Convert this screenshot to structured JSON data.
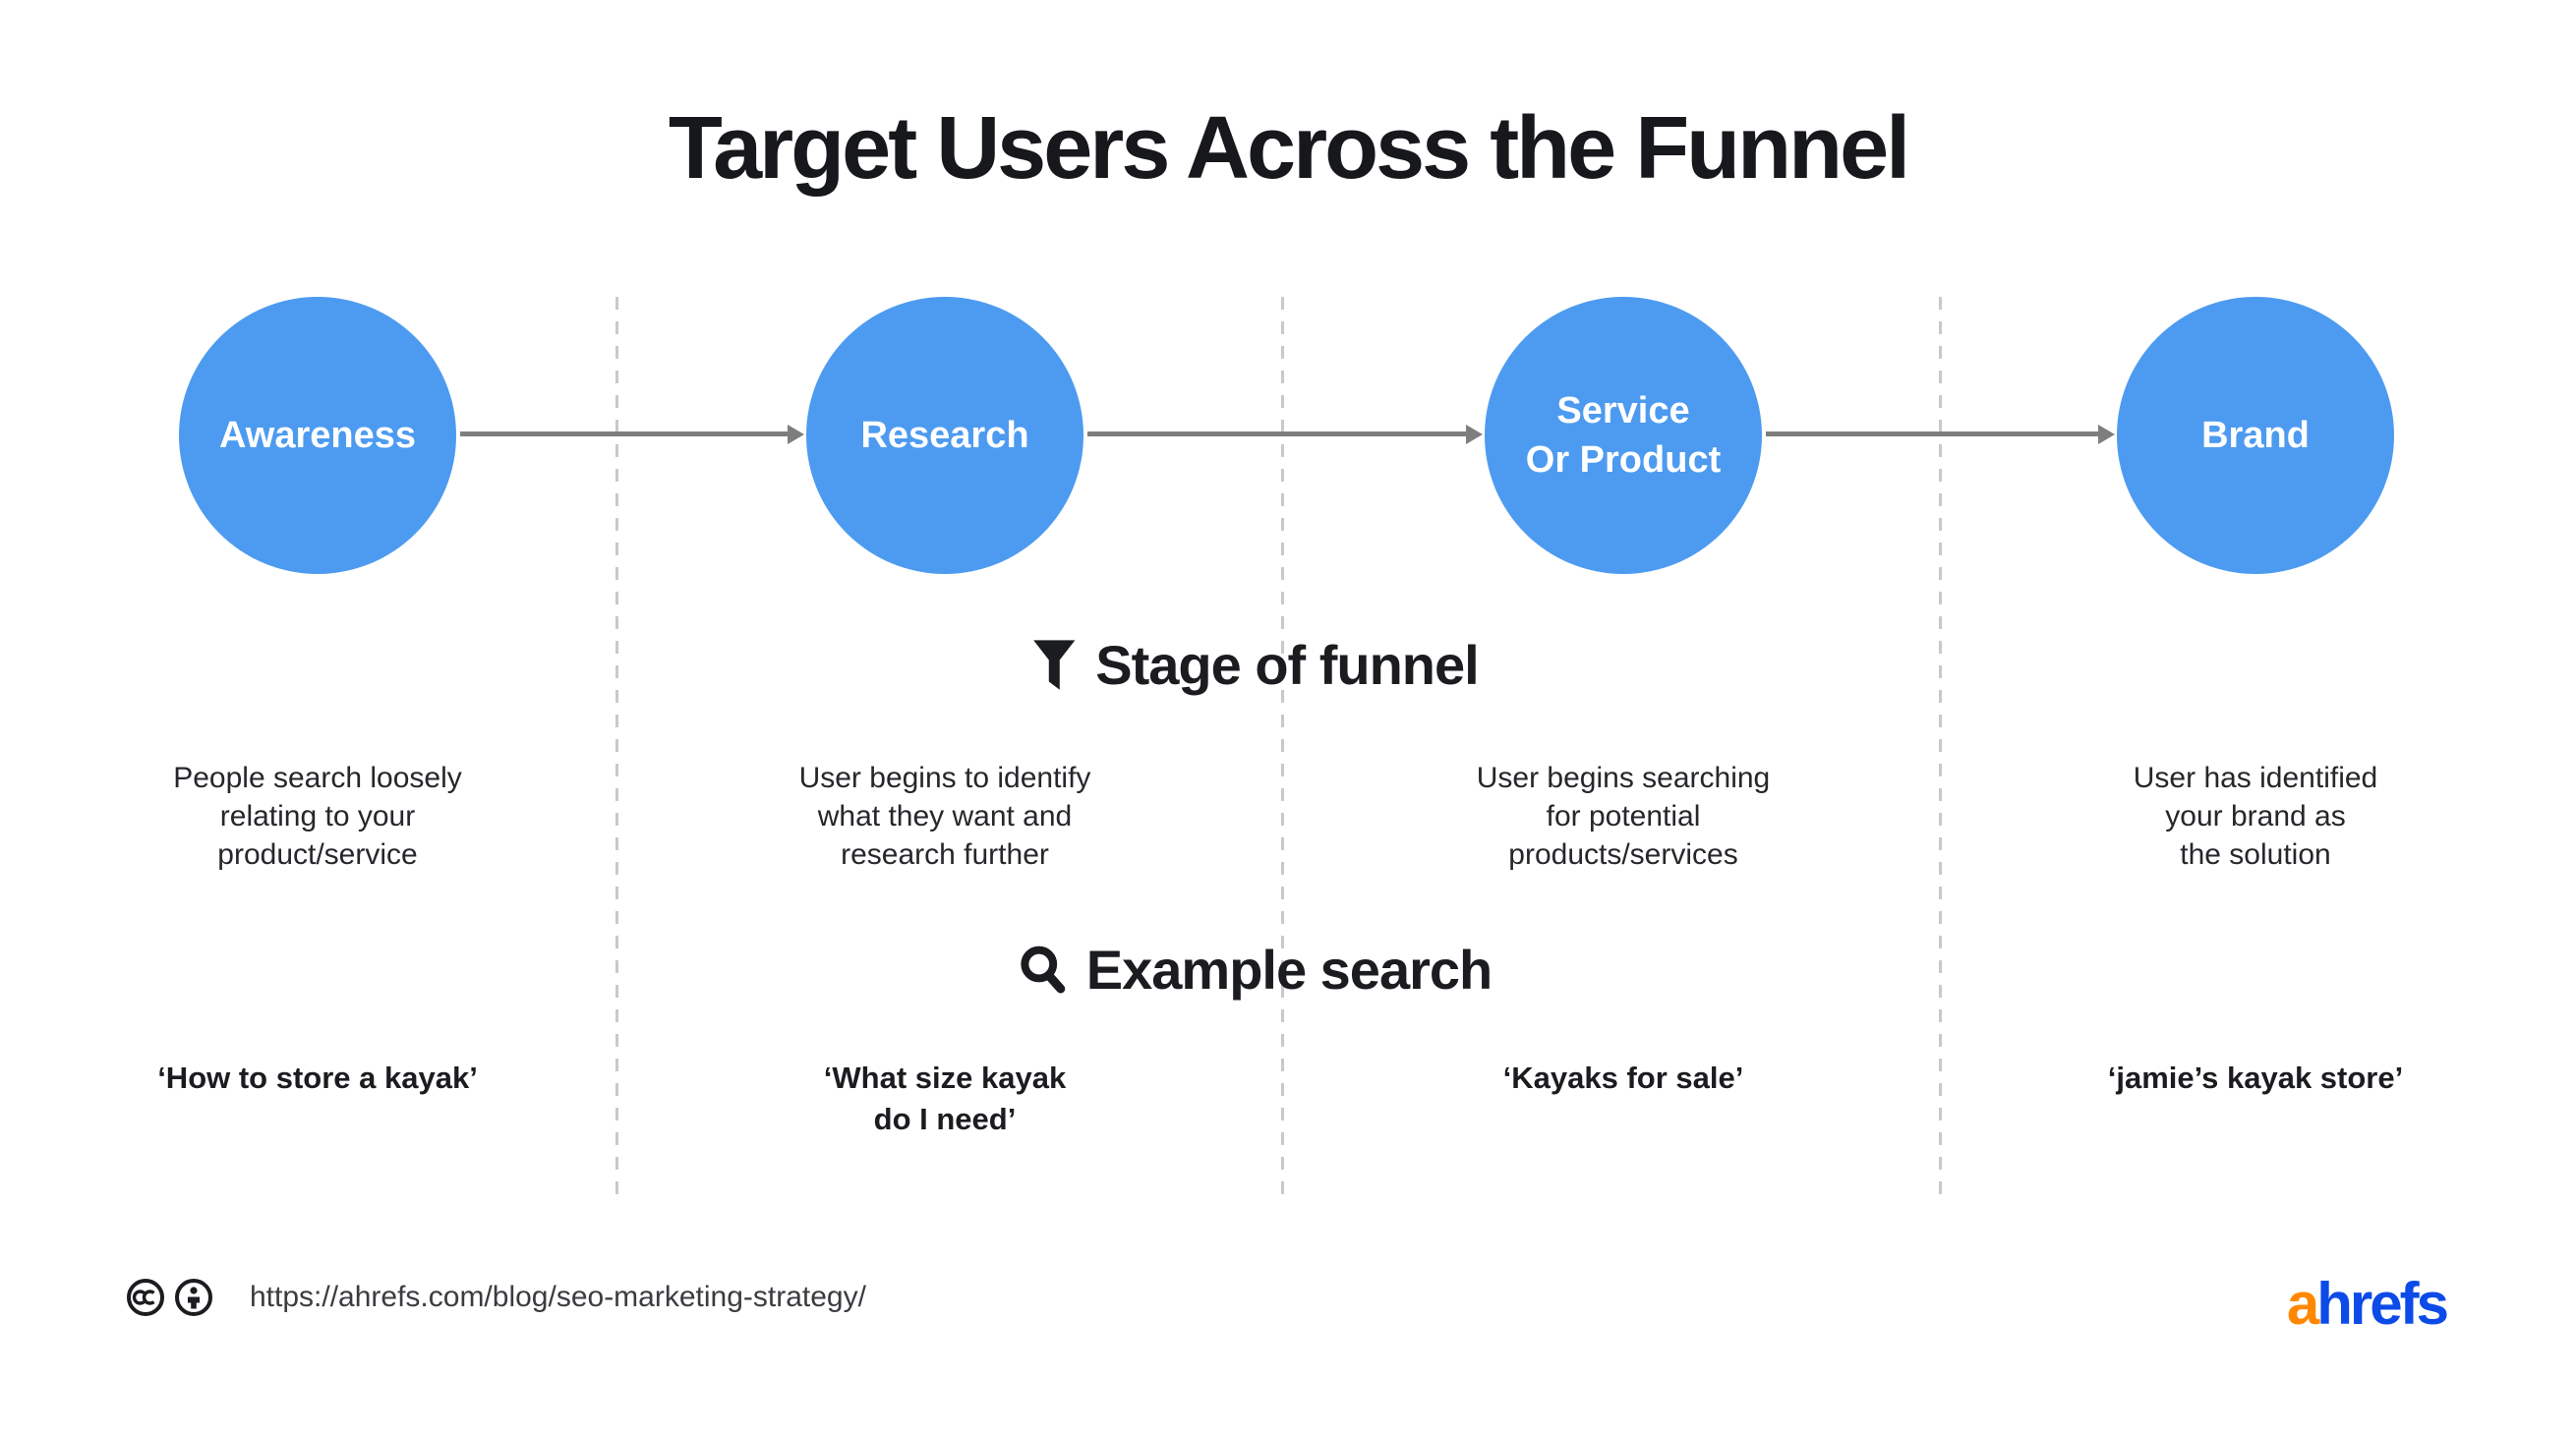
{
  "title": "Target Users Across the Funnel",
  "colors": {
    "circle_blue": "#4D9BF0",
    "circle_text": "#FFFFFF",
    "arrow_gray": "#7E7E7E",
    "divider_gray": "#C9C9C9",
    "text_dark": "#1B1C1F",
    "url_text": "#3B3C40",
    "logo_orange": "#FF8800",
    "logo_blue": "#0D4BE8",
    "background": "#FFFFFF"
  },
  "headings": {
    "stage": {
      "label": "Stage of funnel",
      "icon": "funnel-icon"
    },
    "example": {
      "label": "Example search",
      "icon": "search-icon"
    }
  },
  "stages": [
    {
      "label": "Awareness",
      "description": "People search loosely\nrelating to your\nproduct/service",
      "example": "‘How to store a kayak’"
    },
    {
      "label": "Research",
      "description": "User begins to identify\nwhat they want and\nresearch further",
      "example": "‘What size kayak\ndo I need’"
    },
    {
      "label": "Service\nOr Product",
      "description": "User begins searching\nfor potential\nproducts/services",
      "example": "‘Kayaks for sale’"
    },
    {
      "label": "Brand",
      "description": "User has identified\nyour brand as\nthe solution",
      "example": "‘jamie’s kayak store’"
    }
  ],
  "footer": {
    "url": "https://ahrefs.com/blog/seo-marketing-strategy/",
    "license_icons": [
      "cc-icon",
      "attribution-icon"
    ],
    "logo": {
      "prefix": "a",
      "suffix": "hrefs"
    }
  }
}
